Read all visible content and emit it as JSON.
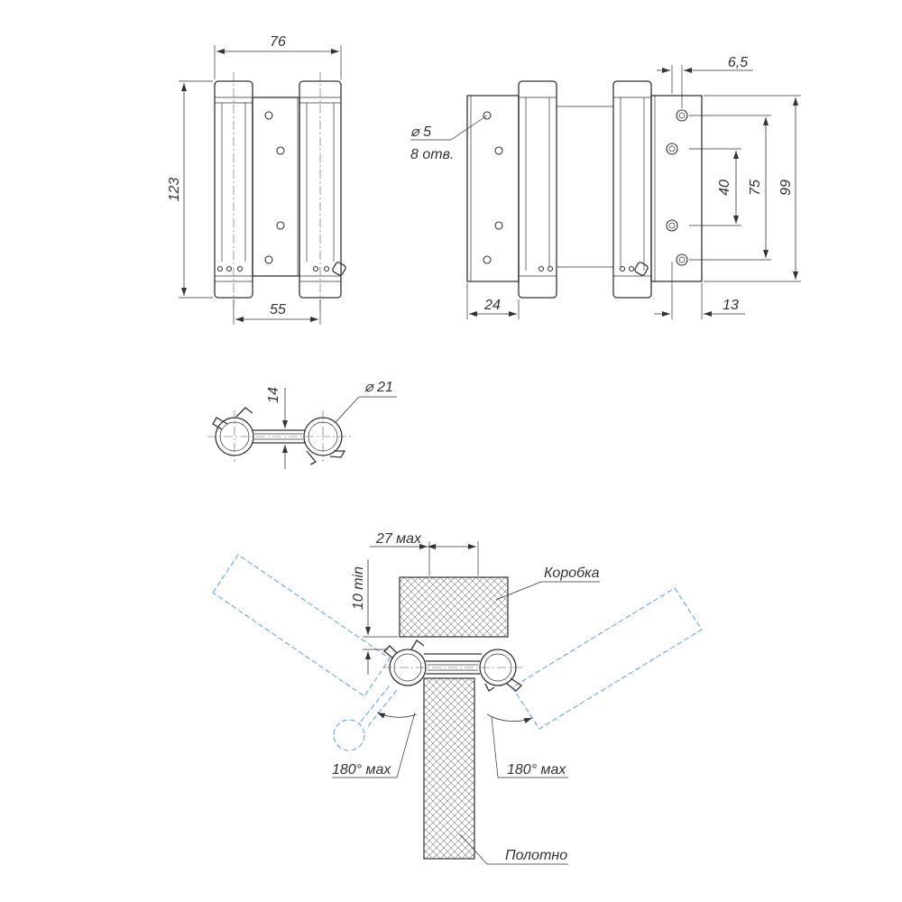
{
  "dimensions": {
    "front_width": "76",
    "front_height": "123",
    "front_bottom": "55",
    "hole_dia": "⌀ 5",
    "hole_count": "8 отв.",
    "side_offset": "6,5",
    "side_40": "40",
    "side_75": "75",
    "side_99": "99",
    "side_24": "24",
    "side_13": "13",
    "top_14": "14",
    "top_dia": "⌀ 21",
    "gap_27": "27 мах",
    "min_10": "10 min",
    "angle_left": "180° мах",
    "angle_right": "180° мах"
  },
  "labels": {
    "frame": "Коробка",
    "door": "Полотно"
  },
  "colors": {
    "line": "#333333",
    "phantom": "#6aa8dc"
  }
}
